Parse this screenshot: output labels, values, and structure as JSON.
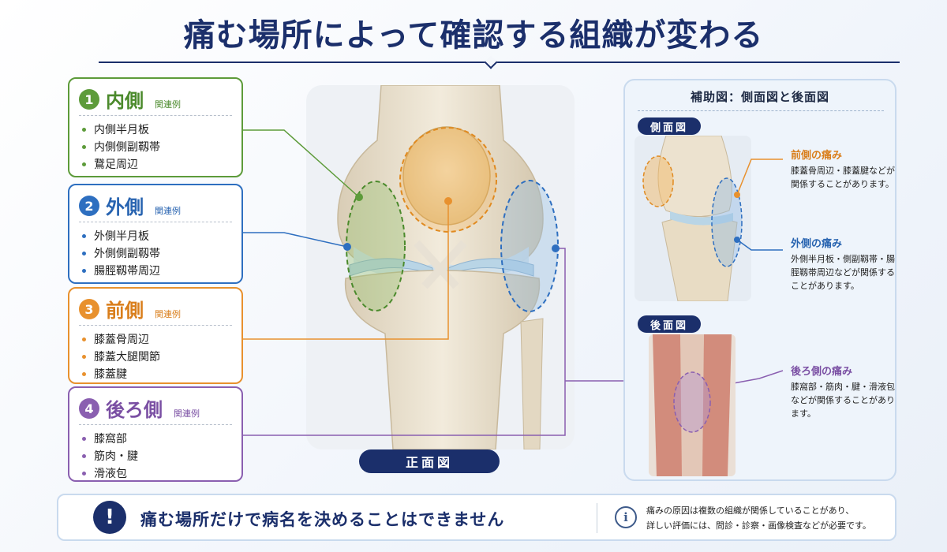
{
  "title": "痛む場所によって確認する組織が変わる",
  "cards": [
    {
      "num": "1",
      "title": "内側",
      "sub": "関連例",
      "items": [
        "内側半月板",
        "内側側副靱帯",
        "鵞足周辺"
      ]
    },
    {
      "num": "2",
      "title": "外側",
      "sub": "関連例",
      "items": [
        "外側半月板",
        "外側側副靱帯",
        "腸脛靱帯周辺"
      ]
    },
    {
      "num": "3",
      "title": "前側",
      "sub": "関連例",
      "items": [
        "膝蓋骨周辺",
        "膝蓋大腿関節",
        "膝蓋腱"
      ]
    },
    {
      "num": "4",
      "title": "後ろ側",
      "sub": "関連例",
      "items": [
        "膝窩部",
        "筋肉・腱",
        "滑液包"
      ]
    }
  ],
  "front_view_label": "正面図",
  "aux": {
    "title": "補助図：側面図と後面図",
    "side_label": "側面図",
    "back_label": "後面図",
    "anterior": {
      "title": "前側の痛み",
      "body": "膝蓋骨周辺・膝蓋腱などが関係することがあります。"
    },
    "lateral": {
      "title": "外側の痛み",
      "body": "外側半月板・側副靱帯・腸脛靱帯周辺などが関係することがあります。"
    },
    "posterior": {
      "title": "後ろ側の痛み",
      "body": "膝窩部・筋肉・腱・滑液包などが関係することがあります。"
    }
  },
  "footer": {
    "icon": "!",
    "main": "痛む場所だけで病名を決めることはできません",
    "info_icon": "i",
    "note_line1": "痛みの原因は複数の組織が関係していることがあり、",
    "note_line2": "詳しい評価には、問診・診察・画像検査などが必要です。"
  },
  "colors": {
    "navy": "#1b2f6b",
    "green": "#5d9b3a",
    "blue": "#2e6fc0",
    "orange": "#e8912e",
    "purple": "#8a5fb0"
  }
}
